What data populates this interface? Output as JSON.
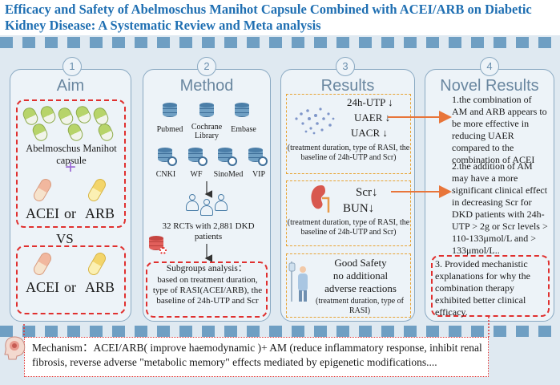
{
  "title": "Efficacy and Safety of Abelmoschus Manihot Capsule Combined with ACEI/ARB on Diabetic Kidney Disease: A Systematic Review and Meta analysis",
  "colors": {
    "title": "#1f6fb2",
    "band": "#dfe9f1",
    "panel_border": "#8aa9c2",
    "red": "#e0302f",
    "orange": "#e7a434",
    "arrow": "#e8753a"
  },
  "panels": {
    "aim": {
      "number": "1",
      "title": "Aim",
      "drug_name": "Abelmoschus Manihot capsule",
      "plus": "+",
      "acei": "ACEI",
      "or": "or",
      "arb": "ARB",
      "vs": "VS",
      "icons": [
        "capsule-icon",
        "plus-icon",
        "pill-icon"
      ]
    },
    "method": {
      "number": "2",
      "title": "Method",
      "databases": [
        "Pubmed",
        "Cochrane Library",
        "Embase",
        "CNKI",
        "WF",
        "SinoMed",
        "VIP"
      ],
      "studies": "32 RCTs with 2,881 DKD patients",
      "subgroups_title": "Subgroups analysis：",
      "subgroups_text": "based on treatment duration, type of RASI(ACEI/ARB), the baseline of 24h-UTP and Scr",
      "icons": [
        "database-icon",
        "patients-icon",
        "down-arrow-icon",
        "database-gear-icon"
      ]
    },
    "results": {
      "number": "3",
      "title": "Results",
      "r1_items": [
        "24h-UTP ↓",
        "UAER ↓",
        "UACR ↓"
      ],
      "r1_note": "(treatment duration, type of RASI, the baseline of 24h-UTP and Scr)",
      "r2_items": [
        "Scr↓",
        "BUN↓"
      ],
      "r2_note": "(treatment duration, type of RASI, the baseline of 24h-UTP and Scr)",
      "r3_lines": [
        "Good Safety",
        "no additional",
        "adverse reactions"
      ],
      "r3_note": "(treatment duration, type of RASI)",
      "icons": [
        "protein-dots-icon",
        "kidney-icon",
        "patient-iv-icon"
      ]
    },
    "novel": {
      "number": "4",
      "title": "Novel Results",
      "p1": "1.the combination of AM and ARB appears to be more effective in reducing UAER compared to the combination of ACEI",
      "p2": "2.the addition of AM may have a more significant clinical effect in decreasing Scr for DKD patients with 24h-UTP > 2g or Scr levels > 110-133μmol/L and > 133μmol/L..",
      "p3": "3. Provided mechanistic explanations for why the combination therapy exhibited better clinical efficacy."
    }
  },
  "mechanism": "Mechanism：ACEI/ARB( improve haemodynamic )+ AM (reduce inflammatory response, inhibit renal fibrosis,  reverse adverse \"metabolic memory\" effects mediated by epigenetic modifications....",
  "mechanism_icon": "head-brain-icon"
}
